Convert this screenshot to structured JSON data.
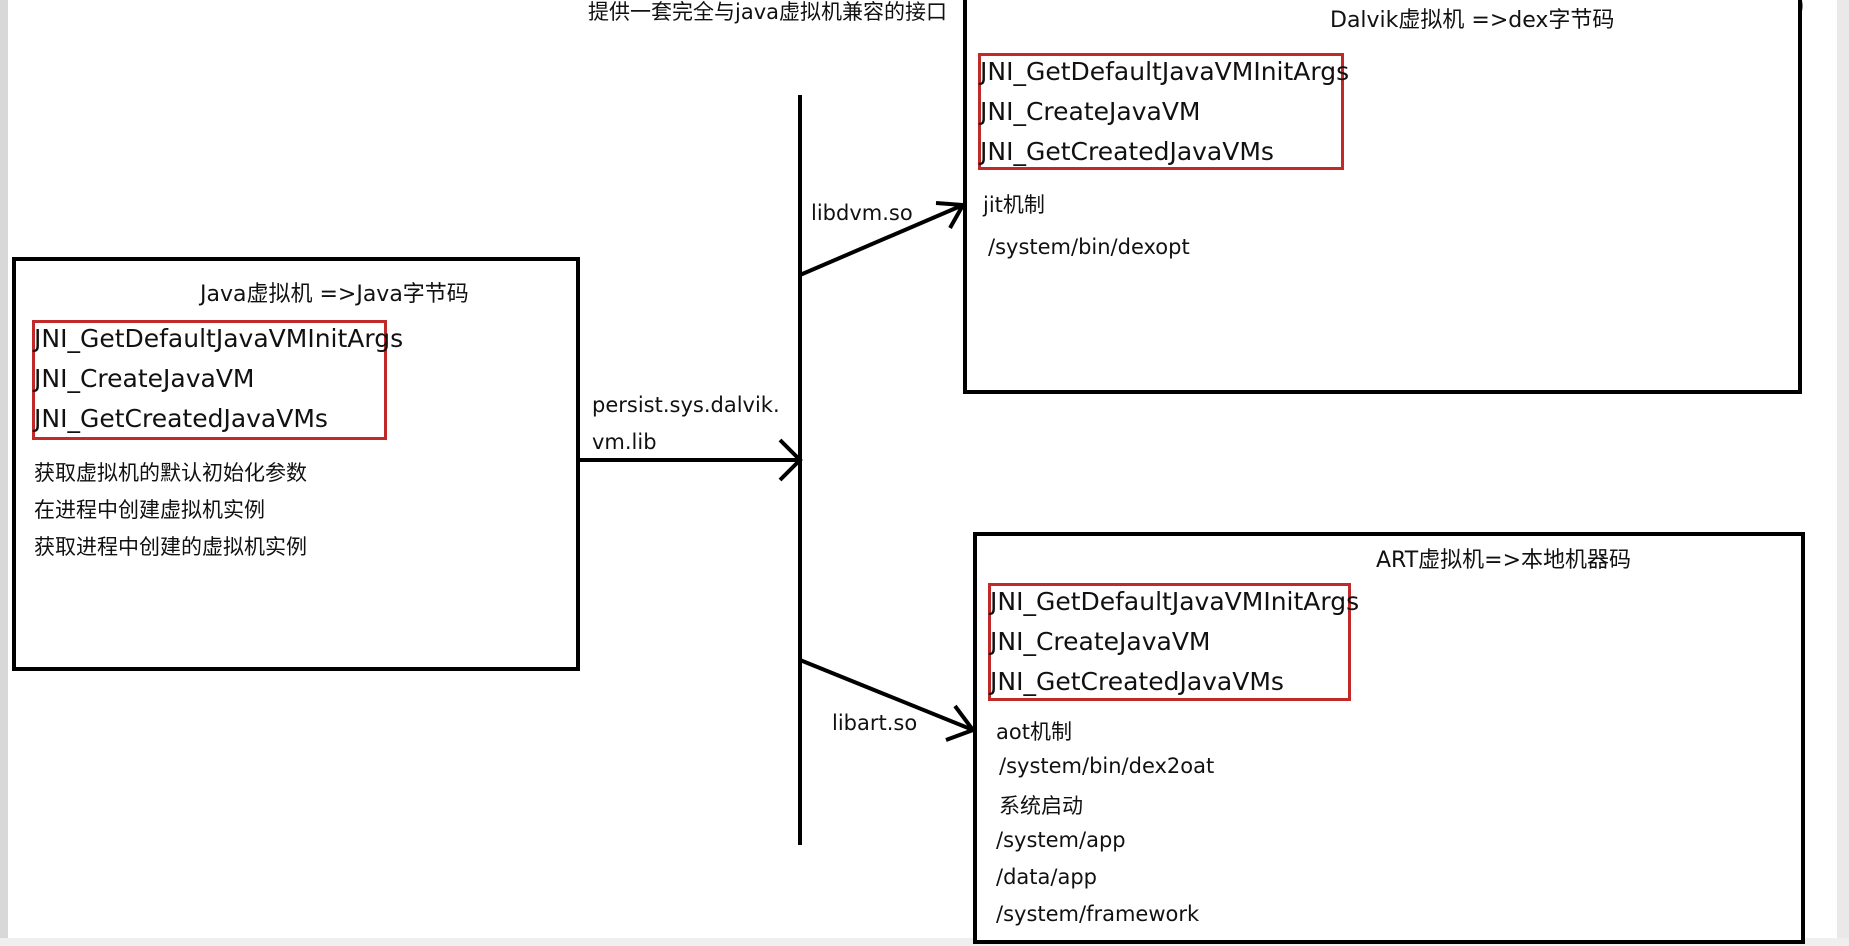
{
  "top_caption": "提供一套完全与java虚拟机兼容的接口",
  "java_vm": {
    "title": "Java虚拟机 =>Java字节码",
    "functions": [
      "JNI_GetDefaultJavaVMInitArgs",
      "JNI_CreateJavaVM",
      "JNI_GetCreatedJavaVMs"
    ],
    "descriptions": [
      "获取虚拟机的默认初始化参数",
      "在进程中创建虚拟机实例",
      "获取进程中创建的虚拟机实例"
    ]
  },
  "property_label": {
    "line1": "persist.sys.dalvik.",
    "line2": "vm.lib"
  },
  "dalvik_vm": {
    "title": "Dalvik虚拟机 =>dex字节码",
    "functions": [
      "JNI_GetDefaultJavaVMInitArgs",
      "JNI_CreateJavaVM",
      "JNI_GetCreatedJavaVMs"
    ],
    "notes": [
      "jit机制",
      "/system/bin/dexopt"
    ],
    "lib_label": "libdvm.so"
  },
  "art_vm": {
    "title": "ART虚拟机=>本地机器码",
    "functions": [
      "JNI_GetDefaultJavaVMInitArgs",
      "JNI_CreateJavaVM",
      "JNI_GetCreatedJavaVMs"
    ],
    "notes": [
      "aot机制",
      "/system/bin/dex2oat",
      "系统启动",
      "/system/app",
      "/data/app",
      "/system/framework"
    ],
    "lib_label": "libart.so"
  },
  "colors": {
    "highlight_border": "#c22a2a",
    "line": "#000000"
  }
}
